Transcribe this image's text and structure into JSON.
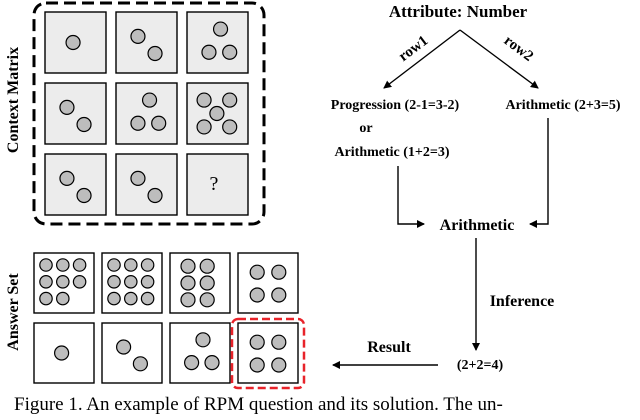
{
  "figure": {
    "side_labels": {
      "context": "Context Matrix",
      "answers": "Answer Set"
    },
    "question_mark": "?",
    "context_dots": [
      1,
      2,
      3,
      2,
      3,
      5,
      2,
      2
    ],
    "answer_dots": [
      8,
      9,
      6,
      4,
      1,
      2,
      3,
      4
    ],
    "highlight_color": "#e8232a",
    "panel_fill": "#ececec",
    "dot_fill": "#bdbdbd"
  },
  "flow": {
    "attribute": "Attribute: Number",
    "row1": "row1",
    "row2": "row2",
    "progression": "Progression (2-1=3-2)",
    "or": "or",
    "arithmetic_row1": "Arithmetic (1+2=3)",
    "arithmetic_row2": "Arithmetic (2+3=5)",
    "merged": "Arithmetic",
    "inference": "Inference",
    "equation": "(2+2=4)",
    "result": "Result"
  },
  "caption": "Figure 1. An example of RPM question and its solution. The un-"
}
